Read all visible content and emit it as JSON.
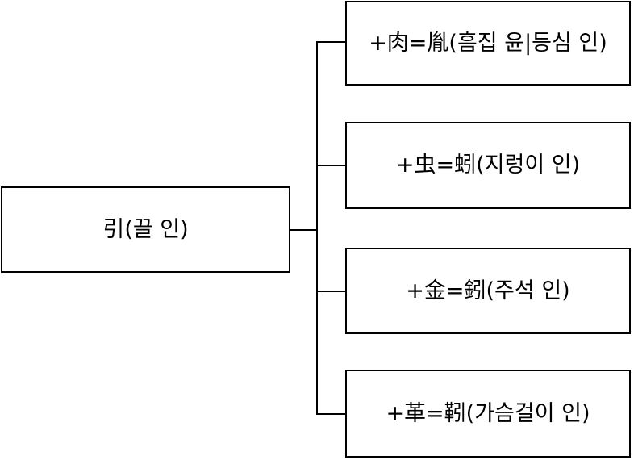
{
  "diagram": {
    "type": "derivation-tree",
    "orientation": "left-to-right",
    "background_color": "#ffffff",
    "line_color": "#000000",
    "text_color": "#000000",
    "root": {
      "label": "引(끌 인)",
      "character": "引",
      "gloss": "끌 인"
    },
    "children": [
      {
        "label": "+肉=胤(흠집 윤|등심 인)",
        "radical": "肉",
        "character": "胤",
        "gloss": "흠집 윤|등심 인"
      },
      {
        "label": "+虫=蚓(지렁이 인)",
        "radical": "虫",
        "character": "蚓",
        "gloss": "지렁이 인"
      },
      {
        "label": "+金=鈏(주석 인)",
        "radical": "金",
        "character": "鈏",
        "gloss": "주석 인"
      },
      {
        "label": "+革=靷(가슴걸이 인)",
        "radical": "革",
        "character": "靷",
        "gloss": "가슴걸이 인"
      }
    ]
  }
}
